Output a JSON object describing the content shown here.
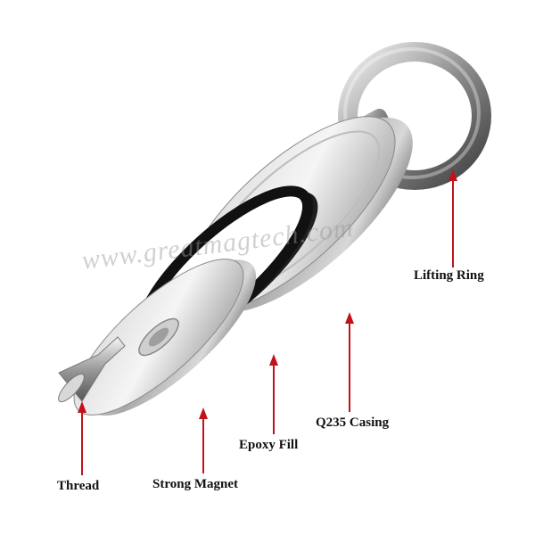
{
  "watermark": "www.greatmagtech.com",
  "labels": {
    "lifting_ring": "Lifting Ring",
    "casing": "Q235 Casing",
    "epoxy": "Epoxy Fill",
    "magnet": "Strong Magnet",
    "thread": "Thread"
  },
  "colors": {
    "arrow": "#c0131b",
    "steel_light": "#eeeeee",
    "steel_dark": "#5a5a5a",
    "epoxy": "#111111"
  }
}
